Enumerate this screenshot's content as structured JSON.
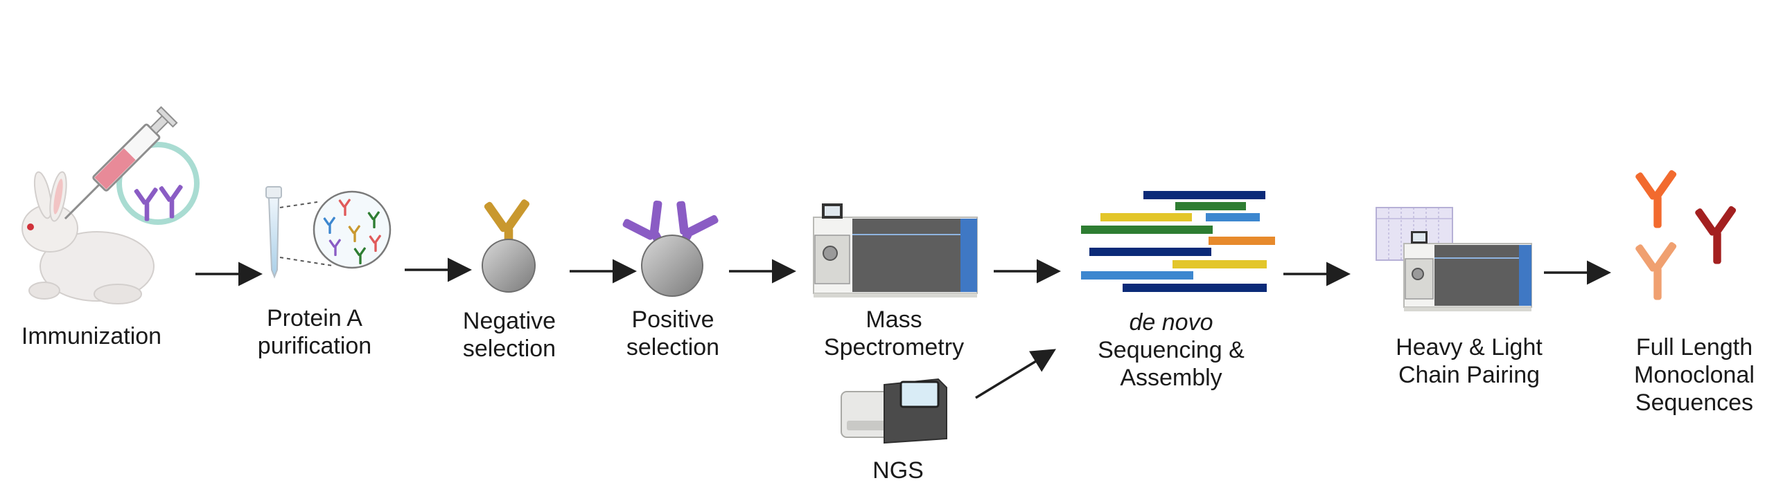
{
  "steps": {
    "immunization": {
      "line1": "Immunization"
    },
    "protein_a": {
      "line1": "Protein A",
      "line2": "purification"
    },
    "negative": {
      "line1": "Negative",
      "line2": "selection"
    },
    "positive": {
      "line1": "Positive",
      "line2": "selection"
    },
    "mass_spec": {
      "line1": "Mass",
      "line2": "Spectrometry"
    },
    "ngs": {
      "line1": "NGS"
    },
    "de_novo": {
      "line1": "de novo",
      "line2": "Sequencing &",
      "line3": "Assembly"
    },
    "pairing": {
      "line1": "Heavy & Light",
      "line2": "Chain Pairing"
    },
    "final": {
      "line1": "Full Length",
      "line2": "Monoclonal",
      "line3": "Sequences"
    }
  },
  "colors": {
    "arrow": "#1f1f1f",
    "antibody_purple": "#8a5cc4",
    "antibody_gold": "#c9982e",
    "bead_gray": "#9a9a9a",
    "instrument_dark": "#4a4a4a",
    "read_navy": "#0b2a78",
    "read_green": "#2e7d32",
    "read_yellow": "#e3c62a",
    "read_blue": "#3d87cf",
    "read_orange": "#e78a2c",
    "ab_orange": "#f26a2e",
    "ab_darkred": "#a32020",
    "ab_peach": "#f0a070"
  }
}
